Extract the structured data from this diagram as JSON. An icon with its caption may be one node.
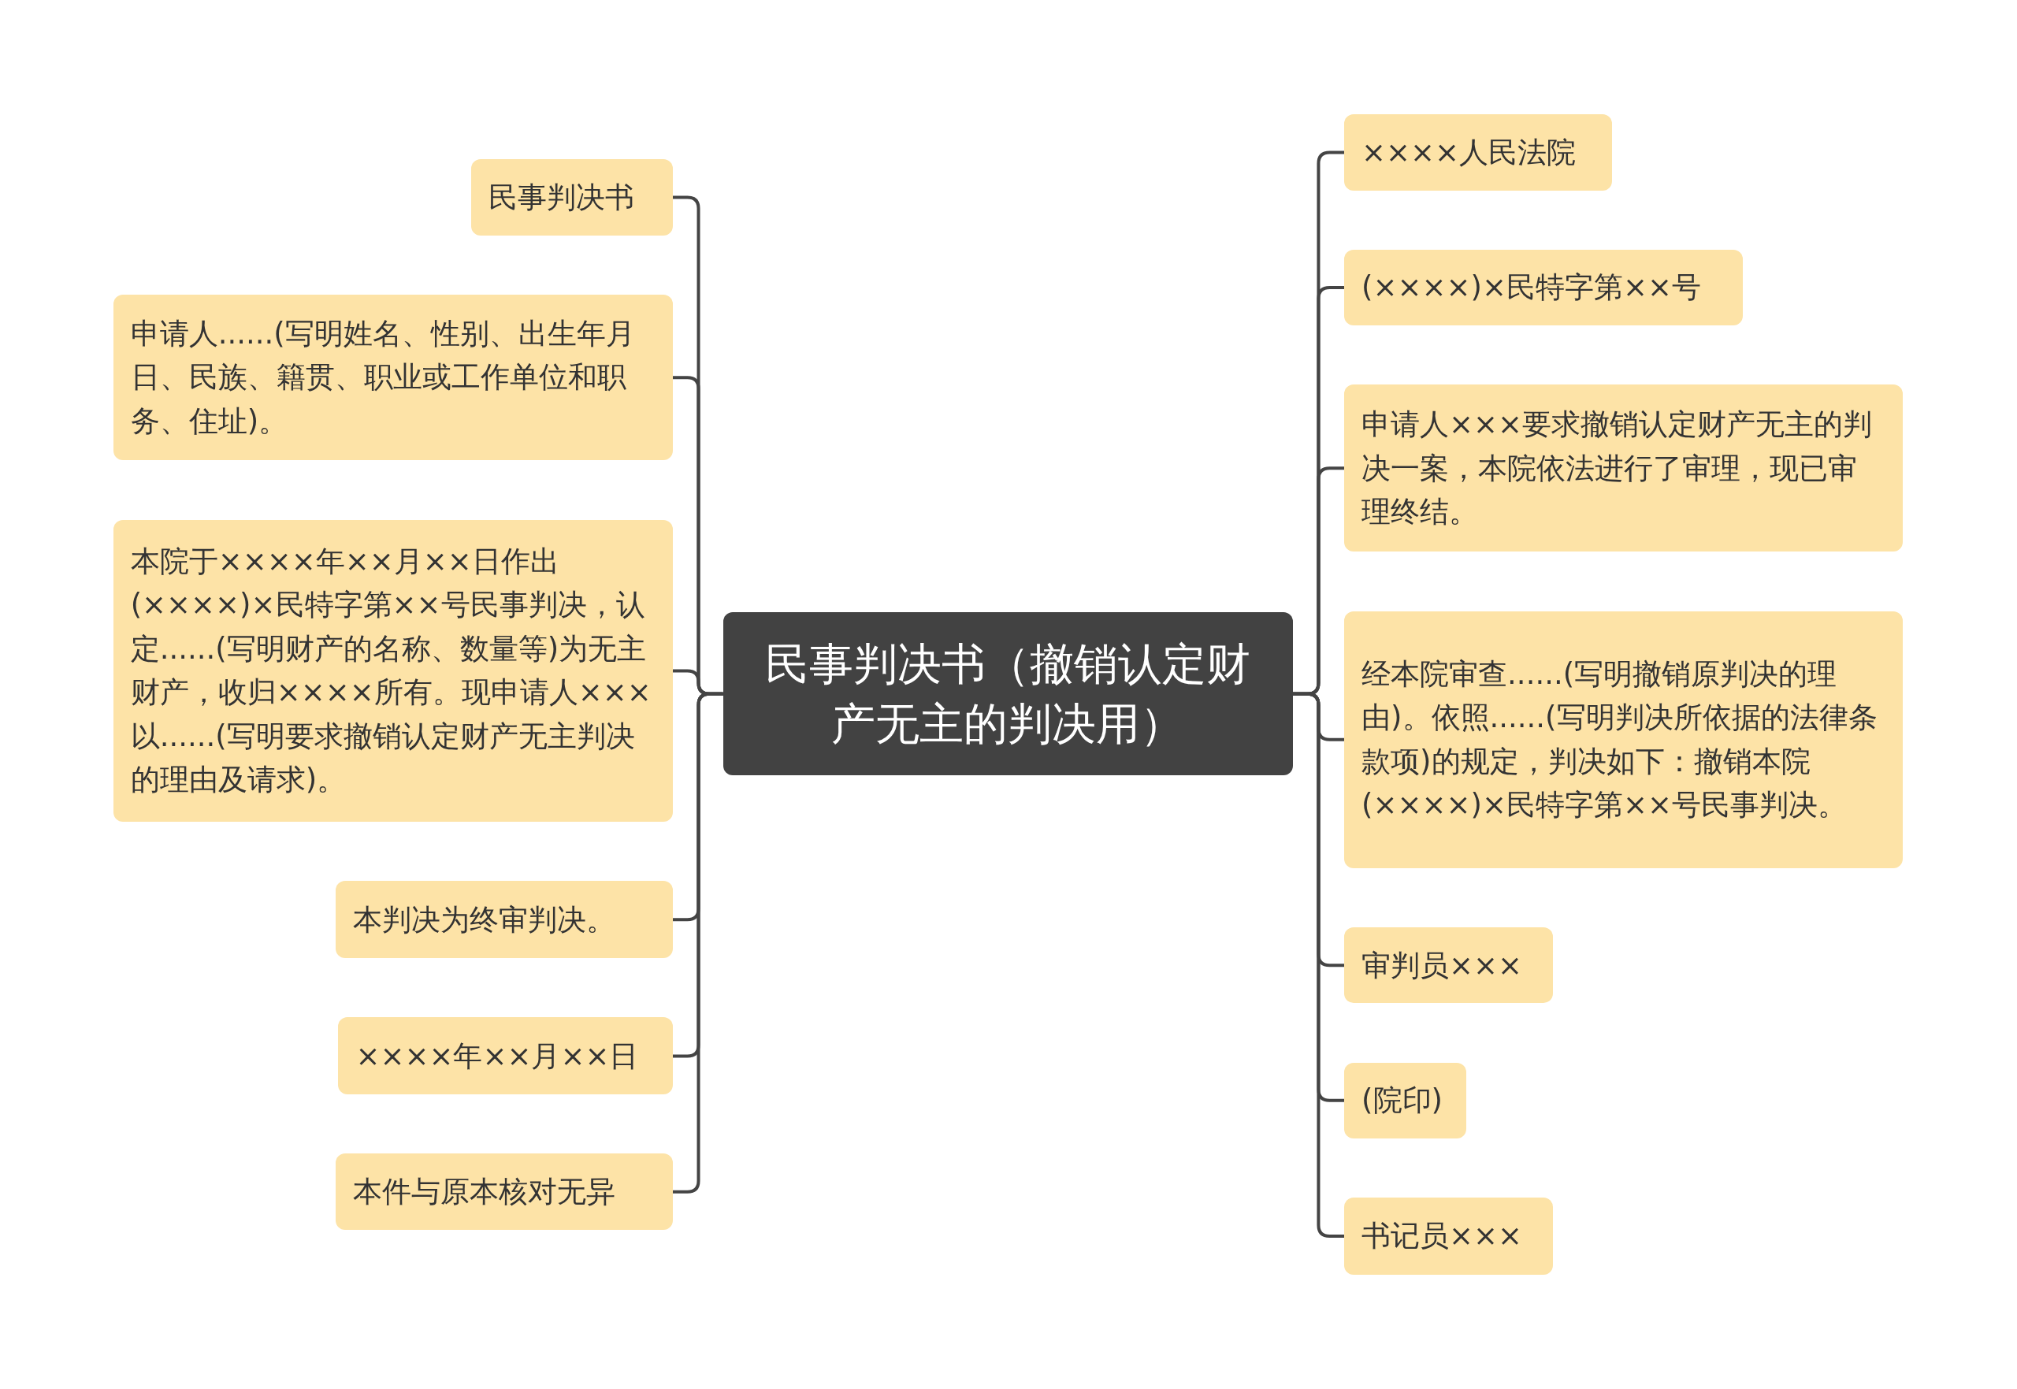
{
  "diagram": {
    "nodes": [
      {
        "text": [
          "民事判决书（撤销认定财产无主的判决用）"
        ]
      },
      {
        "text": [
          "民事判决书"
        ]
      },
      {
        "text": [
          "申请人......(写明姓名、性别、出生年月日、民族、籍贯、职业或工作单位和职务、住址)。"
        ]
      },
      {
        "text": [
          "本院于××××年××月××日作出(××××)×民特字第××号民事判决，认定......(写明财产的名称、数量等)为无主财产，收归××××所有。现申请人×××以......(写明要求撤销认定财产无主判决的理由及请求)。"
        ]
      },
      {
        "text": [
          "本判决为终审判决。"
        ]
      },
      {
        "text": [
          "××××年××月××日"
        ]
      },
      {
        "text": [
          "本件与原本核对无异"
        ]
      },
      {
        "text": [
          "××××人民法院"
        ]
      },
      {
        "text": [
          "(××××)×民特字第××号"
        ]
      },
      {
        "text": [
          "申请人×××要求撤销认定财产无主的判决一案，本院依法进行了审理，现已审理终结。"
        ]
      },
      {
        "text": [
          "经本院审查......(写明撤销原判决的理由)。依照......(写明判决所依据的法律条款项)的规定，判决如下：撤销本院(××××)×民特字第××号民事判决。"
        ]
      },
      {
        "text": [
          "审判员×××"
        ]
      },
      {
        "text": [
          "(院印)"
        ]
      },
      {
        "text": [
          "书记员×××"
        ]
      }
    ],
    "edges": [
      {
        "from": 0,
        "to": 1,
        "arrow": "none"
      },
      {
        "from": 0,
        "to": 2,
        "arrow": "none"
      },
      {
        "from": 0,
        "to": 3,
        "arrow": "none"
      },
      {
        "from": 0,
        "to": 4,
        "arrow": "none"
      },
      {
        "from": 0,
        "to": 5,
        "arrow": "none"
      },
      {
        "from": 0,
        "to": 6,
        "arrow": "none"
      },
      {
        "from": 0,
        "to": 7,
        "arrow": "none"
      },
      {
        "from": 0,
        "to": 8,
        "arrow": "none"
      },
      {
        "from": 0,
        "to": 9,
        "arrow": "none"
      },
      {
        "from": 0,
        "to": 10,
        "arrow": "none"
      },
      {
        "from": 0,
        "to": 11,
        "arrow": "none"
      },
      {
        "from": 0,
        "to": 12,
        "arrow": "none"
      },
      {
        "from": 0,
        "to": 13,
        "arrow": "none"
      }
    ]
  }
}
